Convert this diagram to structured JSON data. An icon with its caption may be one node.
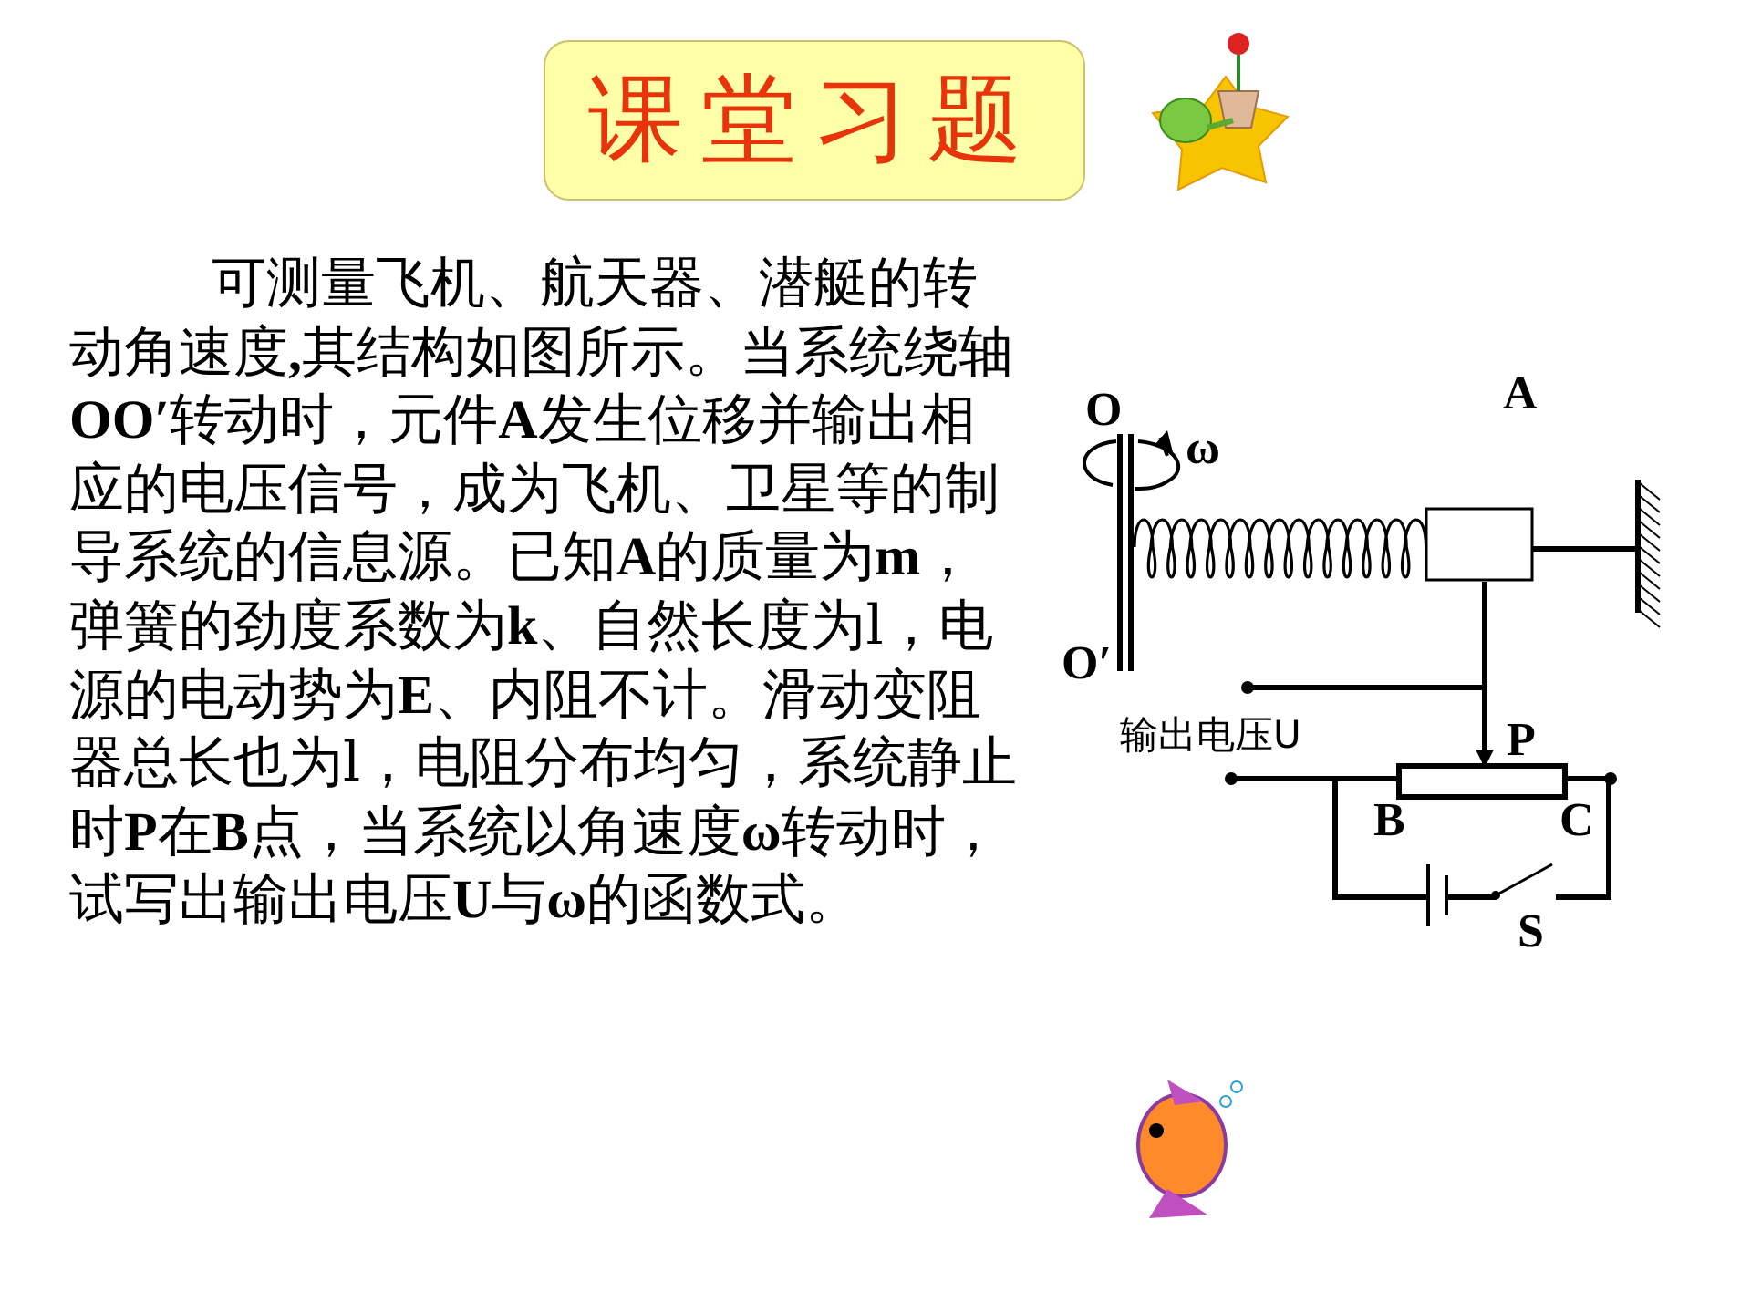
{
  "diagram": {
    "title": "课堂习题",
    "labels": [
      "可测量飞机、航天器、潜艇的转动角速度**,**其结构如图所示。当系统绕轴**OO′**转动时，元件**A**发生位移并输出相应的电压信号，成为飞机、卫星等的制导系统的信息源。已知**A**的质量为**m**，弹簧的劲度系数为**k**、自然长度为l，电源的电动势为**E**、内阻不计。滑动变阻器总长也为l，电阻分布均匀，系统静止时**P**在**B**点，当系统以角速度**ω**转动时，试写出输出电压**U**与**ω**的函数式。",
      "O",
      "ω",
      "O′",
      "A",
      "输出电压U",
      "P",
      "B",
      "C",
      "S"
    ]
  }
}
